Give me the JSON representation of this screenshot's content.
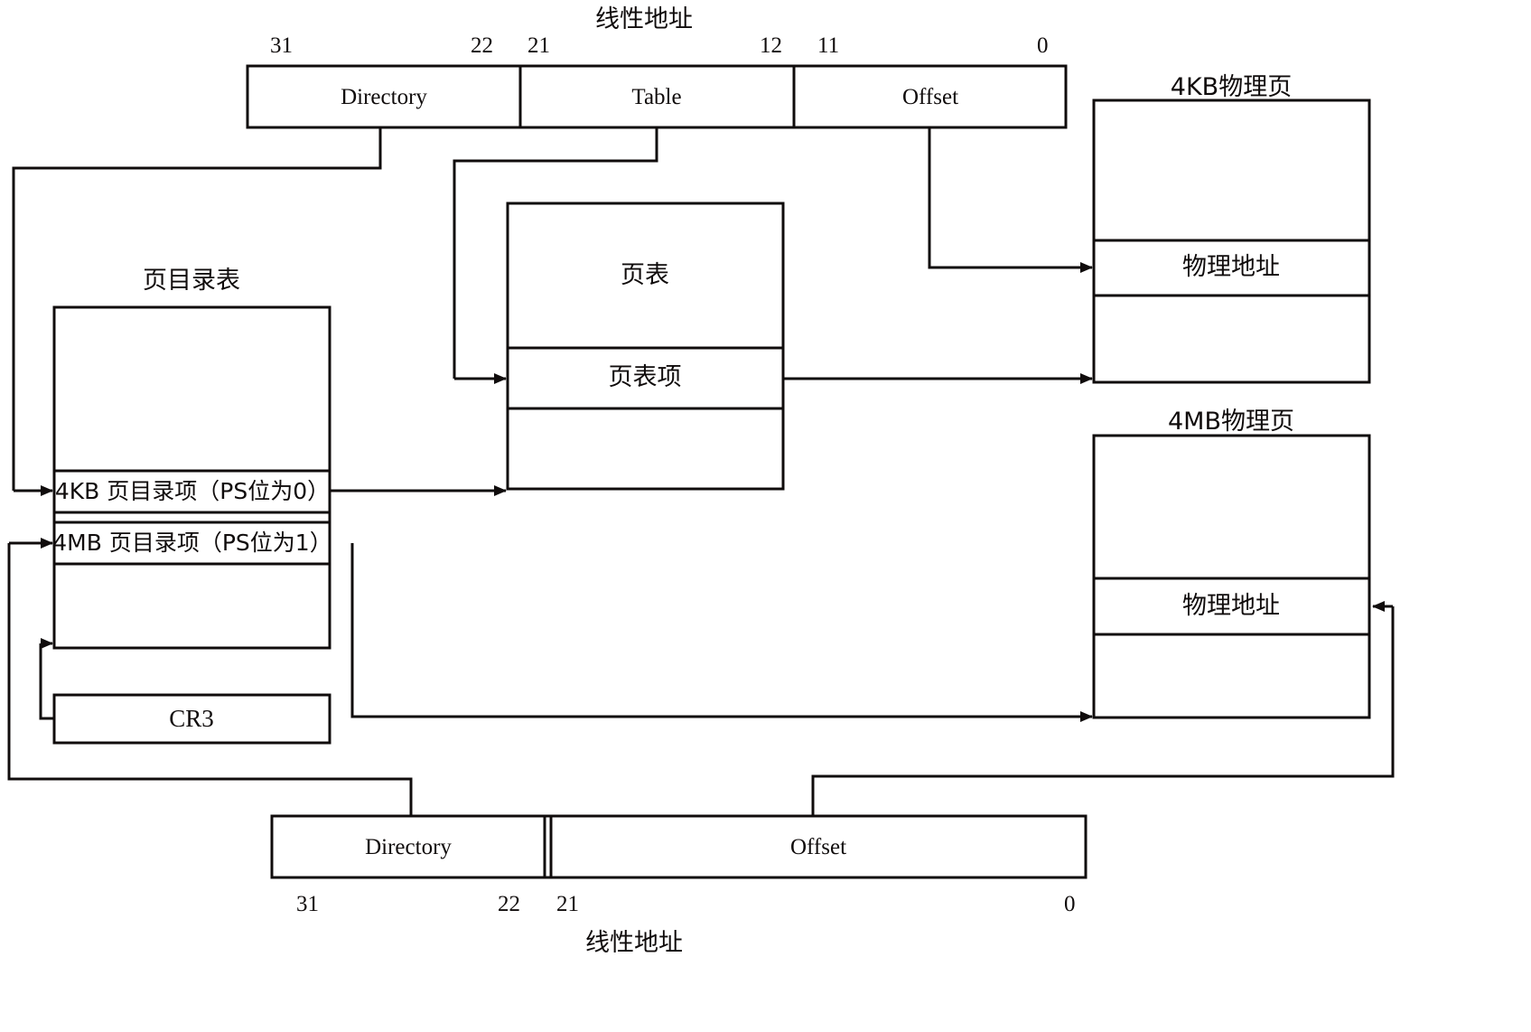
{
  "diagram": {
    "title_top": "线性地址",
    "title_bottom": "线性地址",
    "top_address": {
      "bits": {
        "b31": "31",
        "b22": "22",
        "b21": "21",
        "b12": "12",
        "b11": "11",
        "b0": "0"
      },
      "fields": [
        {
          "label": "Directory"
        },
        {
          "label": "Table"
        },
        {
          "label": "Offset"
        }
      ]
    },
    "bottom_address": {
      "bits": {
        "b31": "31",
        "b22": "22",
        "b21": "21",
        "b0": "0"
      },
      "fields": [
        {
          "label": "Directory"
        },
        {
          "label": "Offset"
        }
      ]
    },
    "page_directory": {
      "caption": "页目录表",
      "rows": [
        {
          "label": ""
        },
        {
          "label": "4KB 页目录项（PS位为0）"
        },
        {
          "label": "4MB 页目录项（PS位为1）"
        },
        {
          "label": ""
        }
      ]
    },
    "page_table": {
      "rows": [
        {
          "label": "页表"
        },
        {
          "label": "页表项"
        },
        {
          "label": ""
        }
      ]
    },
    "cr3": {
      "label": "CR3"
    },
    "page_4kb": {
      "caption": "4KB物理页",
      "rows": [
        {
          "label": ""
        },
        {
          "label": "物理地址"
        },
        {
          "label": ""
        }
      ]
    },
    "page_4mb": {
      "caption": "4MB物理页",
      "rows": [
        {
          "label": ""
        },
        {
          "label": "物理地址"
        },
        {
          "label": ""
        }
      ]
    },
    "colors": {
      "stroke": "#100c0c",
      "background": "#ffffff",
      "text": "#100c0c"
    }
  }
}
